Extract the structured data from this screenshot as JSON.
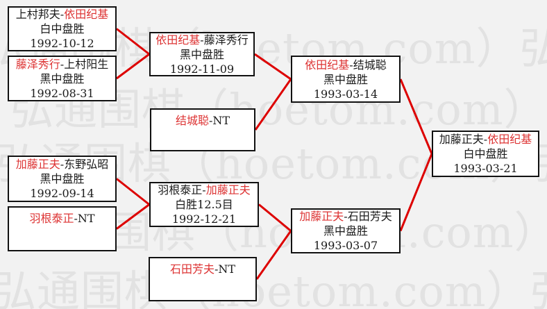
{
  "colors": {
    "background": "#f2f2f2",
    "watermark": "#e2e2e2",
    "line": "#dd0000",
    "winner": "#dd3333",
    "text": "#1a1a1a"
  },
  "watermark": {
    "text": "弘通围棋（hoetom.com）"
  },
  "separator": "-",
  "matches": [
    {
      "id": "round1-match1",
      "players": [
        {
          "name": "上村邦夫",
          "highlight": false
        },
        {
          "name": "依田纪基",
          "highlight": true
        }
      ],
      "result": "白中盘胜",
      "date": "1992-10-12"
    },
    {
      "id": "round1-match2",
      "players": [
        {
          "name": "藤泽秀行",
          "highlight": true
        },
        {
          "name": "上村阳生",
          "highlight": false
        }
      ],
      "result": "黑中盘胜",
      "date": "1992-08-31"
    },
    {
      "id": "round2-match1",
      "players": [
        {
          "name": "依田纪基",
          "highlight": true
        },
        {
          "name": "藤泽秀行",
          "highlight": false
        }
      ],
      "result": "黑中盘胜",
      "date": "1992-11-09"
    },
    {
      "id": "round2-match2",
      "players": [
        {
          "name": "结城聪",
          "highlight": true
        },
        {
          "name": "NT",
          "highlight": false
        }
      ],
      "result": "",
      "date": ""
    },
    {
      "id": "semifinal-1",
      "players": [
        {
          "name": "依田纪基",
          "highlight": true
        },
        {
          "name": "结城聪",
          "highlight": false
        }
      ],
      "result": "黑中盘胜",
      "date": "1993-03-14"
    },
    {
      "id": "round1-match3",
      "players": [
        {
          "name": "加藤正夫",
          "highlight": true
        },
        {
          "name": "东野弘昭",
          "highlight": false
        }
      ],
      "result": "黑中盘胜",
      "date": "1992-09-14"
    },
    {
      "id": "round1-match4",
      "players": [
        {
          "name": "羽根泰正",
          "highlight": true
        },
        {
          "name": "NT",
          "highlight": false
        }
      ],
      "result": "",
      "date": ""
    },
    {
      "id": "round2-match3",
      "players": [
        {
          "name": "羽根泰正",
          "highlight": false
        },
        {
          "name": "加藤正夫",
          "highlight": true
        }
      ],
      "result": "白胜12.5目",
      "date": "1992-12-21"
    },
    {
      "id": "round2-match4",
      "players": [
        {
          "name": "石田芳夫",
          "highlight": true
        },
        {
          "name": "NT",
          "highlight": false
        }
      ],
      "result": "",
      "date": ""
    },
    {
      "id": "semifinal-2",
      "players": [
        {
          "name": "加藤正夫",
          "highlight": true
        },
        {
          "name": "石田芳夫",
          "highlight": false
        }
      ],
      "result": "黑中盘胜",
      "date": "1993-03-07"
    },
    {
      "id": "final",
      "players": [
        {
          "name": "加藤正夫",
          "highlight": false
        },
        {
          "name": "依田纪基",
          "highlight": true
        }
      ],
      "result": "白中盘胜",
      "date": "1993-03-21"
    }
  ],
  "connections": [
    [
      0,
      2
    ],
    [
      1,
      2
    ],
    [
      2,
      4
    ],
    [
      3,
      4
    ],
    [
      4,
      10
    ],
    [
      5,
      7
    ],
    [
      6,
      7
    ],
    [
      7,
      9
    ],
    [
      8,
      9
    ],
    [
      9,
      10
    ]
  ]
}
